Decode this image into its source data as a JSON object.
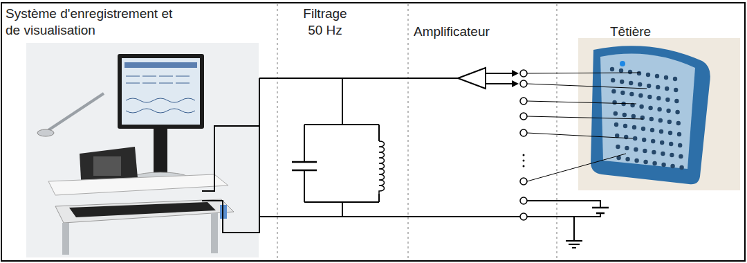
{
  "diagram": {
    "labels": [
      "Système d'enregistrement et de visualisation",
      "Filtrage 50 Hz",
      "Amplificateur",
      "Têtière"
    ]
  }
}
